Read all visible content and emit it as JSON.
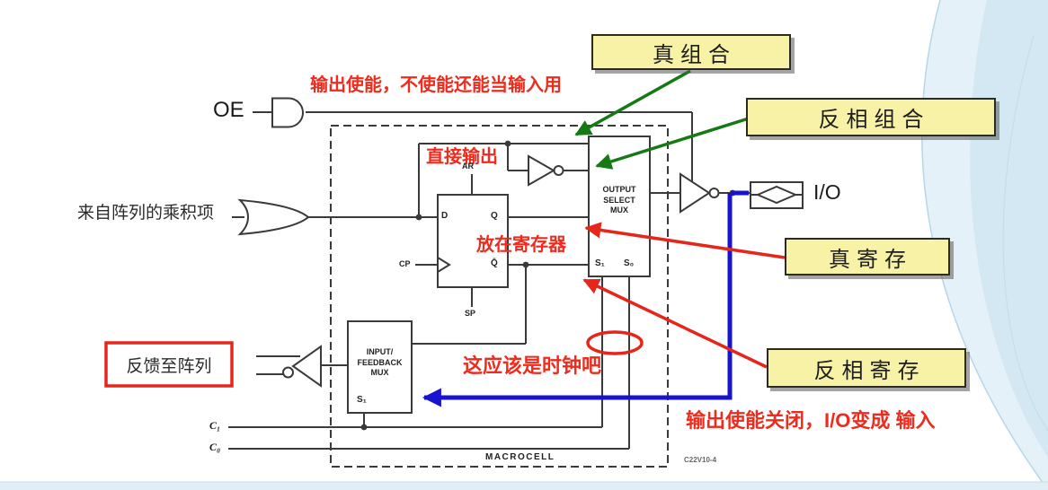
{
  "callouts": {
    "true_comb": "真组合",
    "inv_comb": "反相组合",
    "true_reg": "真寄存",
    "inv_reg": "反相寄存",
    "fill": "#f7f2a6"
  },
  "ann": {
    "color": "#ee2b1c",
    "oe_note": "输出使能，不使能还能当输入用",
    "direct_output": "直接输出",
    "register_note": "放在寄存器",
    "clock_note": "这应该是时钟吧",
    "io_note": "输出使能关闭，I/O变成 输入"
  },
  "d": {
    "oe": "OE",
    "product_terms": "来自阵列的乘积项",
    "feedback": "反馈至阵列",
    "io": "I/O",
    "c1": "C₁",
    "c0": "C₀",
    "omux": [
      "OUTPUT",
      "SELECT",
      "MUX"
    ],
    "fmux": [
      "INPUT/",
      "FEEDBACK",
      "MUX"
    ],
    "s1": "S₁",
    "s0": "S₀",
    "fb_s1": "S₁",
    "ff": {
      "d": "D",
      "q": "Q",
      "qb": "Q̄",
      "cp": "CP",
      "ar": "AR",
      "sp": "SP"
    },
    "macrocell": "MACROCELL",
    "fig_id": "C22V10-4"
  },
  "colors": {
    "wire": "#3a3a3a",
    "green_arrow": "#157a15",
    "red_mark": "#e6251b",
    "blue_path": "#1713cf",
    "bg_accent": "#d4e8f4"
  }
}
